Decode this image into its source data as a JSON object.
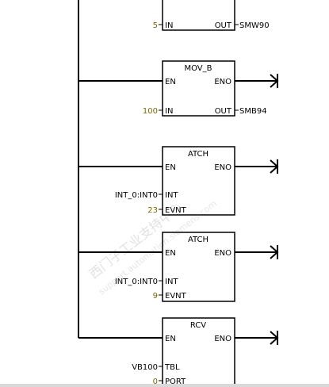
{
  "watermark": {
    "chinese": "西门子工业支持中心",
    "latin": "support.automation.siemens.com"
  },
  "colors": {
    "line": "#000000",
    "constant_value": "#7a6a00",
    "background": "#ffffff"
  },
  "networks": [
    {
      "id": "top",
      "title": "",
      "en": "",
      "eno": "",
      "inputs": [
        {
          "value": "5",
          "pin": "IN",
          "value_kind": "constant"
        }
      ],
      "output": {
        "pin": "OUT",
        "address": "SMW90"
      }
    },
    {
      "id": "movb",
      "title": "MOV_B",
      "en": "EN",
      "eno": "ENO",
      "inputs": [
        {
          "value": "100",
          "pin": "IN",
          "value_kind": "constant"
        }
      ],
      "output": {
        "pin": "OUT",
        "address": "SMB94"
      }
    },
    {
      "id": "atch1",
      "title": "ATCH",
      "en": "EN",
      "eno": "ENO",
      "inputs": [
        {
          "value": "INT_0:INT0",
          "pin": "INT",
          "value_kind": "address"
        },
        {
          "value": "23",
          "pin": "EVNT",
          "value_kind": "constant"
        }
      ],
      "output": null
    },
    {
      "id": "atch2",
      "title": "ATCH",
      "en": "EN",
      "eno": "ENO",
      "inputs": [
        {
          "value": "INT_0:INT0",
          "pin": "INT",
          "value_kind": "address"
        },
        {
          "value": "9",
          "pin": "EVNT",
          "value_kind": "constant"
        }
      ],
      "output": null
    },
    {
      "id": "rcv",
      "title": "RCV",
      "en": "EN",
      "eno": "ENO",
      "inputs": [
        {
          "value": "VB100",
          "pin": "TBL",
          "value_kind": "address"
        },
        {
          "value": "0",
          "pin": "PORT",
          "value_kind": "constant"
        }
      ],
      "output": null
    }
  ]
}
